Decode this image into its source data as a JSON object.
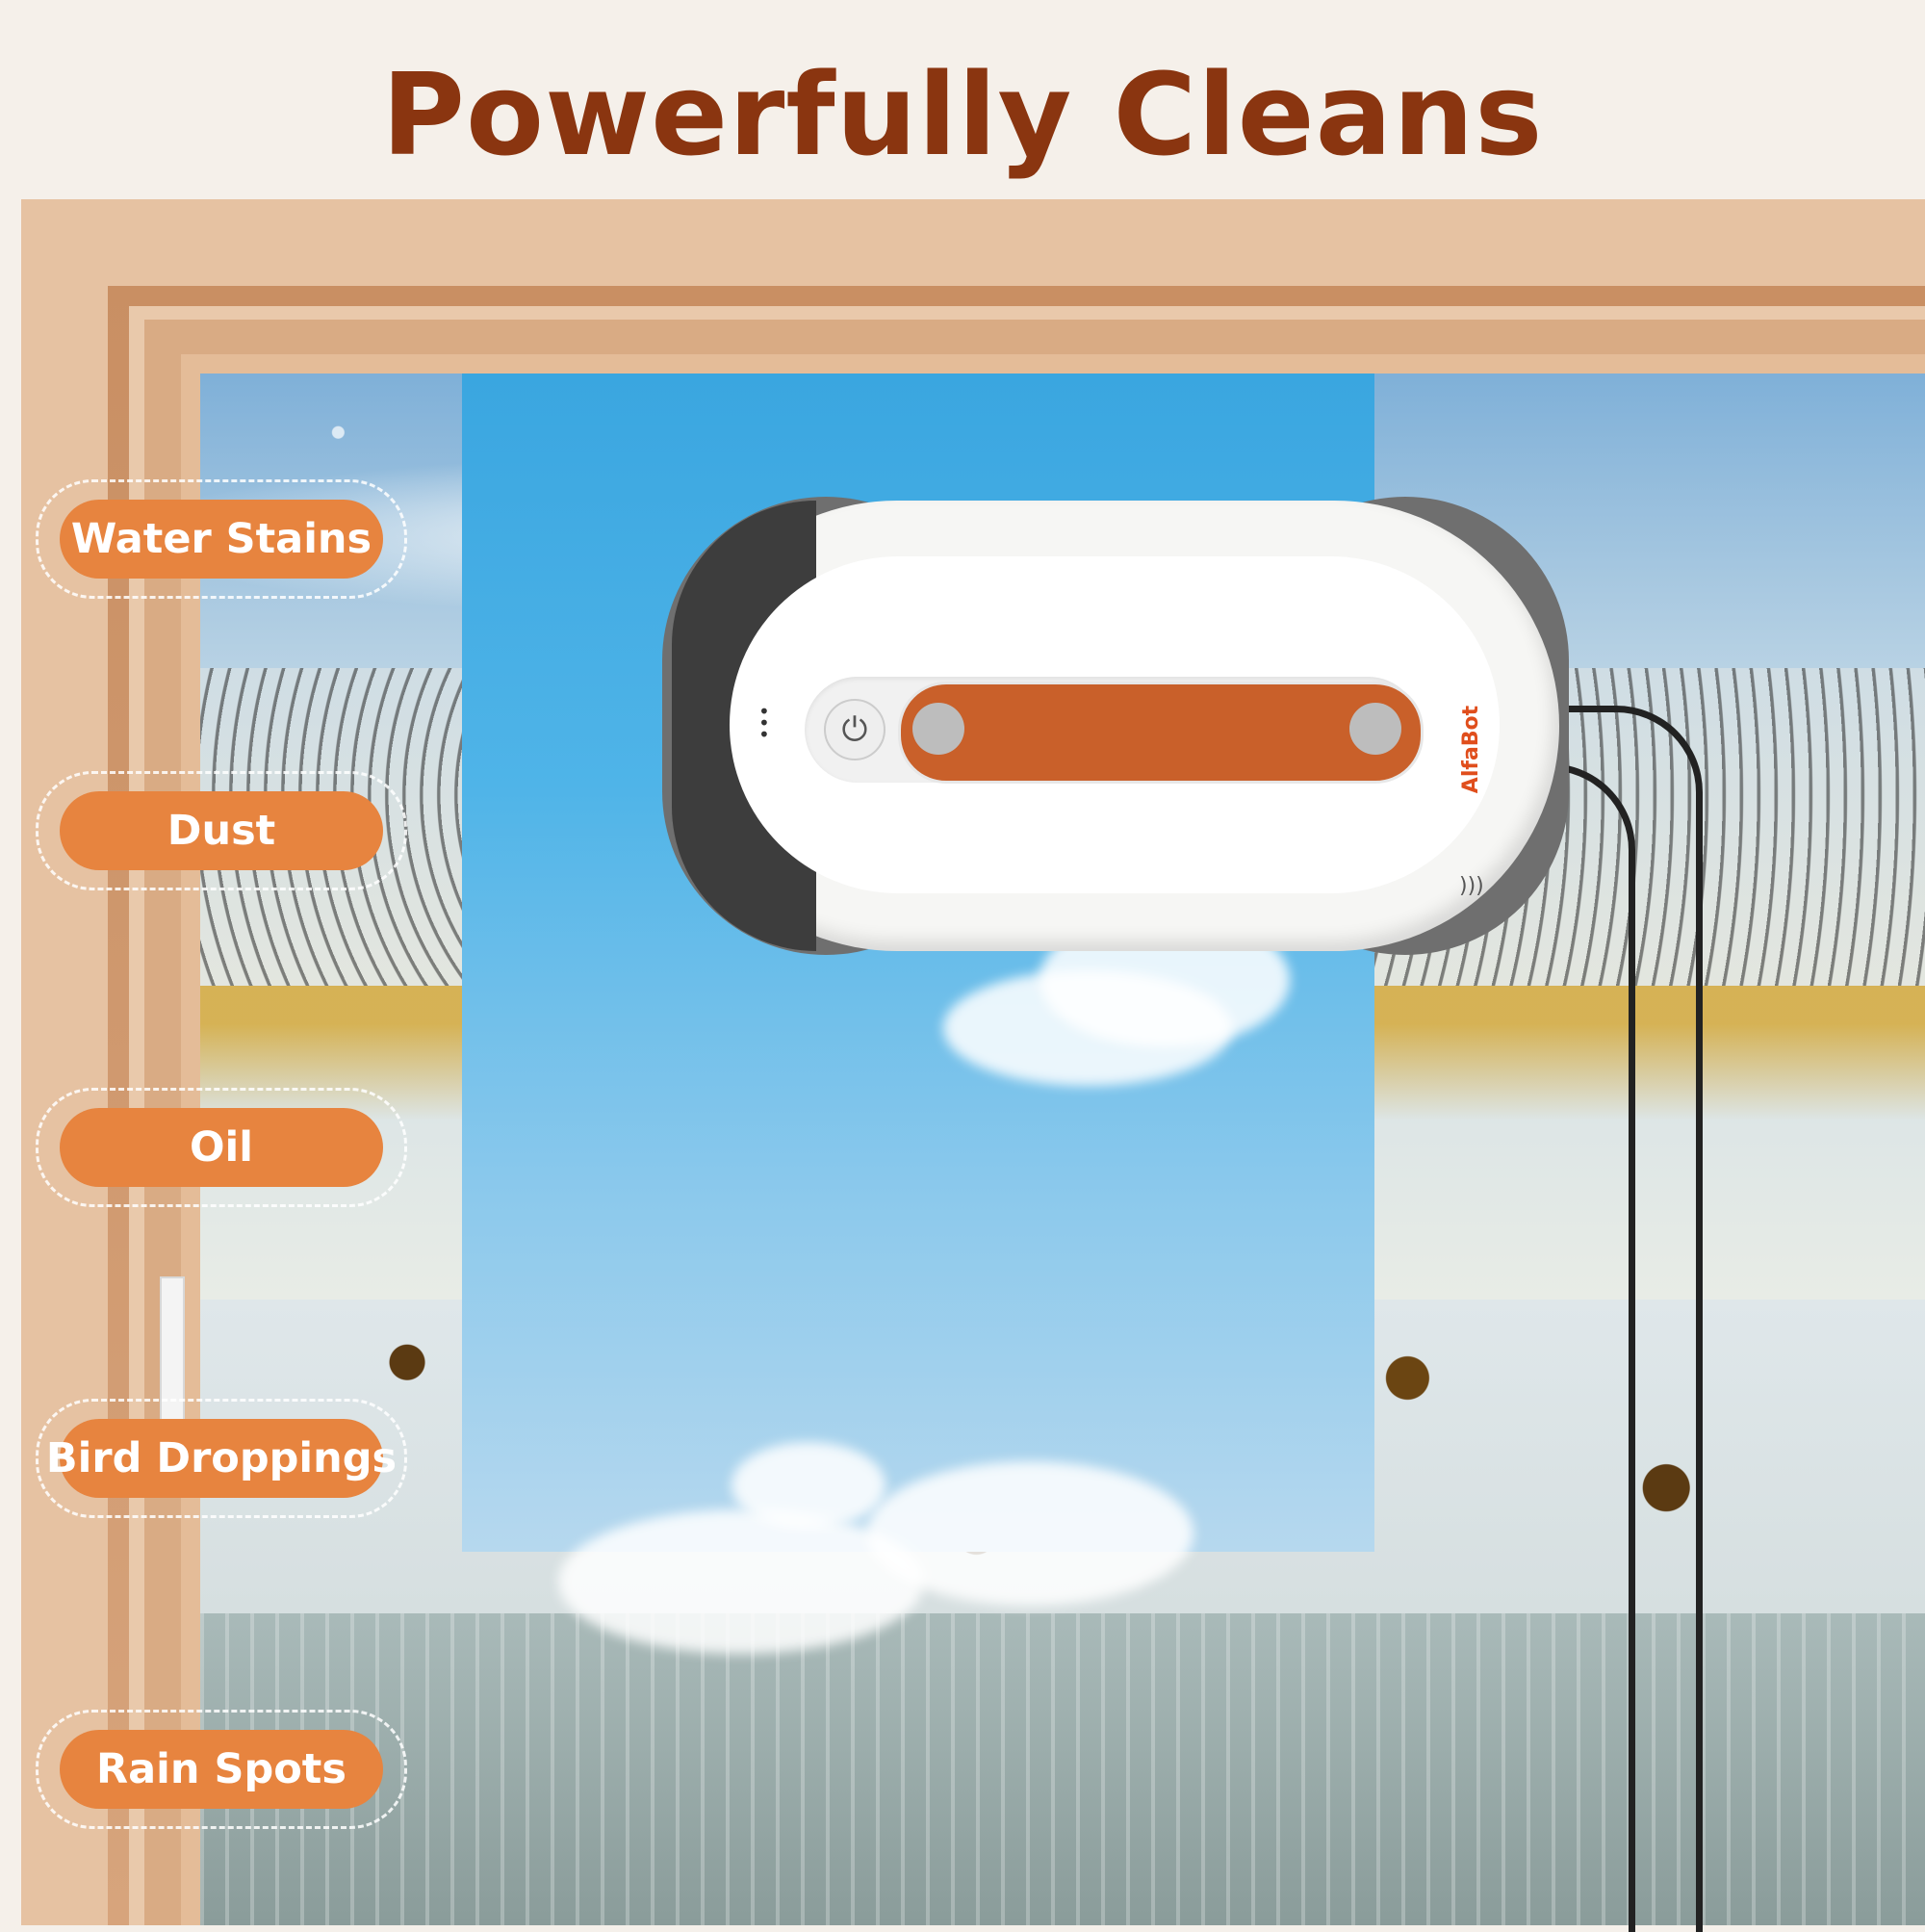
{
  "title": "Powerfully Cleans",
  "labels": [
    {
      "text": "Water Stains"
    },
    {
      "text": "Dust"
    },
    {
      "text": "Oil"
    },
    {
      "text": "Bird Droppings"
    },
    {
      "text": "Rain Spots"
    }
  ],
  "robot": {
    "brand": "AlfaBot"
  },
  "colors": {
    "title": "#8a3510",
    "label_bg": "#e7843f",
    "handle": "#c9602a",
    "brand": "#e04e1c"
  }
}
